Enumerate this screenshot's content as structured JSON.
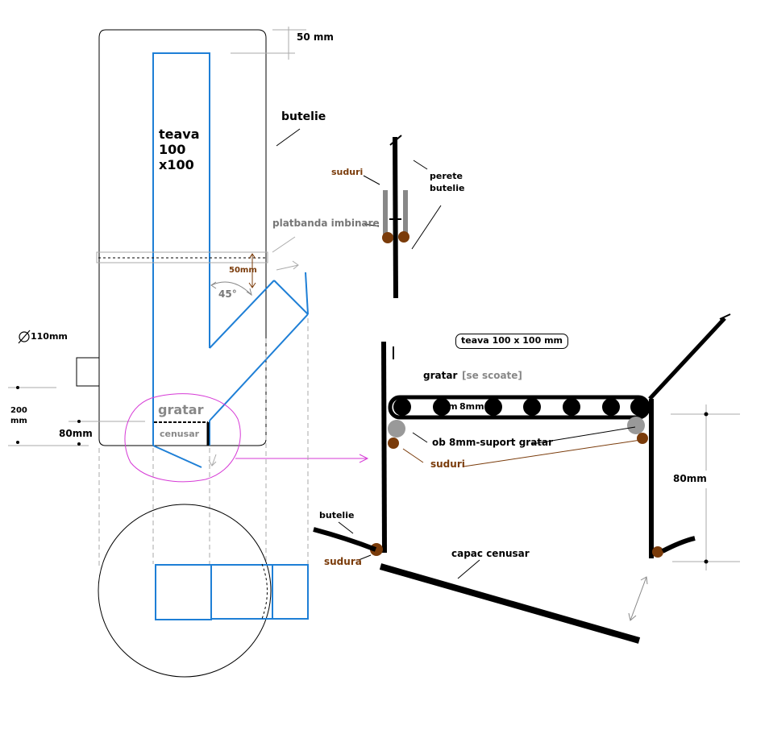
{
  "colors": {
    "line": "#000000",
    "pipe": "#1e7fd6",
    "weld": "#7a3b0a",
    "rod": "#999999",
    "highlight": "#d63ad6",
    "guide": "#aaaaaa"
  },
  "labels": {
    "top_margin": "50 mm",
    "cylinder": "butelie",
    "pipe_line1": "teava",
    "pipe_line2": "100",
    "pipe_line3": "x100",
    "joint_band": "platbanda imbinare",
    "offset_dim": "50mm",
    "angle": "45°",
    "inlet_diameter": "110mm",
    "height_200_line1": "200",
    "height_200_line2": "mm",
    "height_80": "80mm",
    "grate_small": "gratar",
    "ash_small": "cenusar"
  },
  "detail_wall": {
    "welds": "suduri",
    "wall_line1": "perete",
    "wall_line2": "butelie"
  },
  "detail_grate": {
    "pipe_size": "teava 100 x 100 mm",
    "grate": "gratar",
    "removable": "[se scoate]",
    "rod_size_1": "8mm",
    "rod_size_2": "8mm",
    "support_rod": "ob 8mm-suport gratar",
    "welds": "suduri",
    "height": "80mm",
    "cylinder": "butelie",
    "weld": "sudura",
    "ash_lid": "capac cenusar"
  }
}
